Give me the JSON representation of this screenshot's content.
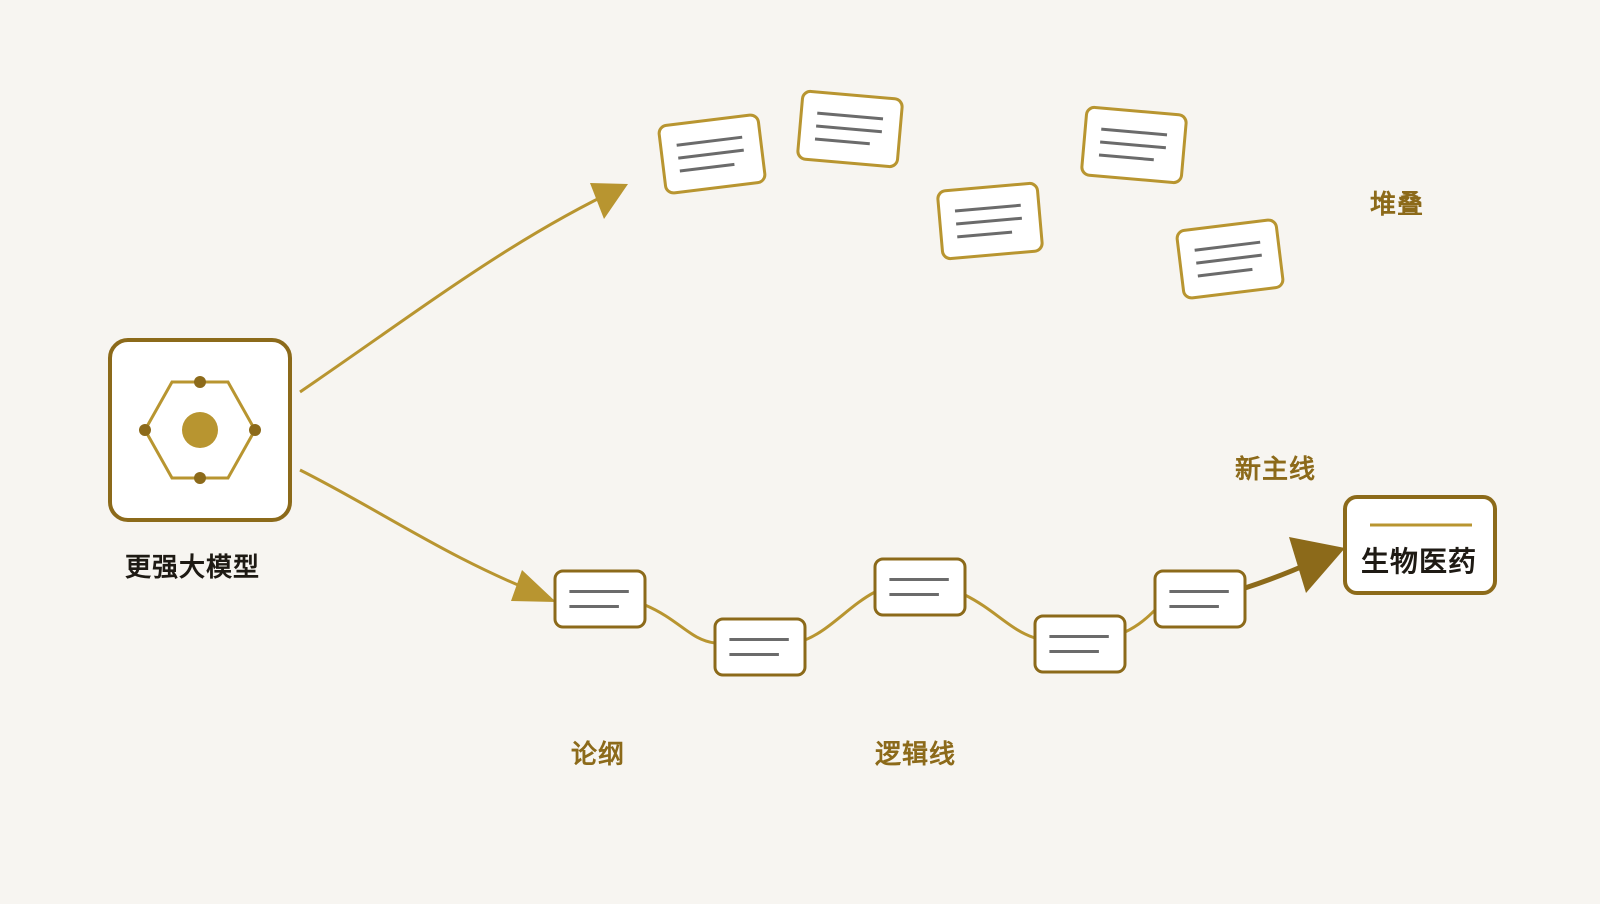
{
  "colors": {
    "background": "#f7f5f1",
    "gold": "#b89530",
    "dark_gold": "#8c6a1a",
    "card_fill": "#ffffff",
    "card_line": "#6b6b6b",
    "text_dark": "#1e1a14"
  },
  "model_node": {
    "label": "更强大模型",
    "icon": "hexagon-network-icon"
  },
  "labels": {
    "stack": "堆叠",
    "outline": "论纲",
    "logic_line": "逻辑线",
    "new_mainline": "新主线"
  },
  "target_node": {
    "label": "生物医药"
  },
  "scattered_cards": [
    {
      "name": "scattered-card-1",
      "text_lines": 3
    },
    {
      "name": "scattered-card-2",
      "text_lines": 3
    },
    {
      "name": "scattered-card-3",
      "text_lines": 3
    },
    {
      "name": "scattered-card-4",
      "text_lines": 3
    },
    {
      "name": "scattered-card-5",
      "text_lines": 3
    }
  ],
  "chain_cards": [
    {
      "name": "chain-card-1",
      "text_lines": 2
    },
    {
      "name": "chain-card-2",
      "text_lines": 2
    },
    {
      "name": "chain-card-3",
      "text_lines": 2
    },
    {
      "name": "chain-card-4",
      "text_lines": 2
    },
    {
      "name": "chain-card-5",
      "text_lines": 2
    }
  ]
}
